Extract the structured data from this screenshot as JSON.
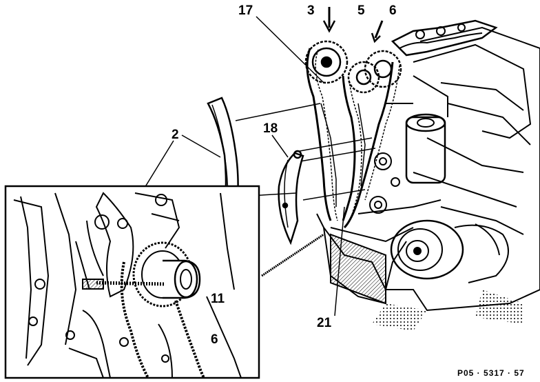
{
  "callouts": {
    "c2": "2",
    "c3": "3",
    "c5": "5",
    "c6_top": "6",
    "c17": "17",
    "c18": "18",
    "c21": "21",
    "c11": "11",
    "c6_inset": "6"
  },
  "reference_code": "P05 · 5317 · 57"
}
